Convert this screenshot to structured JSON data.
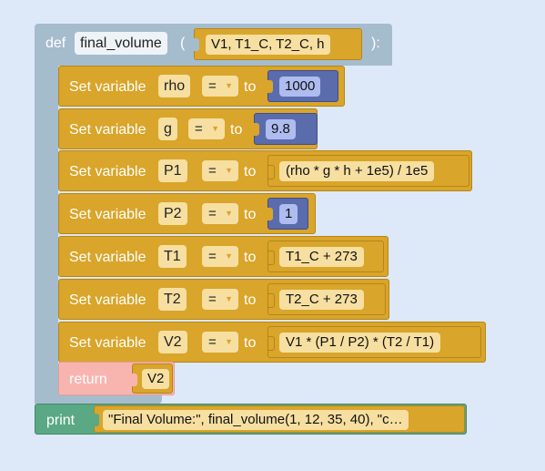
{
  "function": {
    "def_label": "def",
    "name": "final_volume",
    "open_paren": "(",
    "params": "V1, T1_C, T2_C, h",
    "close_paren": "):"
  },
  "set_label": "Set variable",
  "to_label": "to",
  "operator": "=",
  "assignments": [
    {
      "var": "rho",
      "value": "1000",
      "kind": "number"
    },
    {
      "var": "g",
      "value": "9.8",
      "kind": "number"
    },
    {
      "var": "P1",
      "value": "(rho * g * h + 1e5) / 1e5",
      "kind": "expression"
    },
    {
      "var": "P2",
      "value": "1",
      "kind": "number"
    },
    {
      "var": "T1",
      "value": "T1_C + 273",
      "kind": "expression"
    },
    {
      "var": "T2",
      "value": "T2_C + 273",
      "kind": "expression"
    },
    {
      "var": "V2",
      "value": "V1 * (P1 / P2) * (T2 / T1)",
      "kind": "expression"
    }
  ],
  "return_block": {
    "label": "return",
    "value": "V2"
  },
  "print_block": {
    "label": "print",
    "value": "\"Final Volume:\", final_volume(1, 12, 35, 40), \"c…"
  },
  "colors": {
    "background": "#dde8f8",
    "def_block": "#a5bccd",
    "set_block": "#d9a52a",
    "number_block": "#5b6cad",
    "return_block": "#f8b5b0",
    "print_block": "#5aa884"
  }
}
